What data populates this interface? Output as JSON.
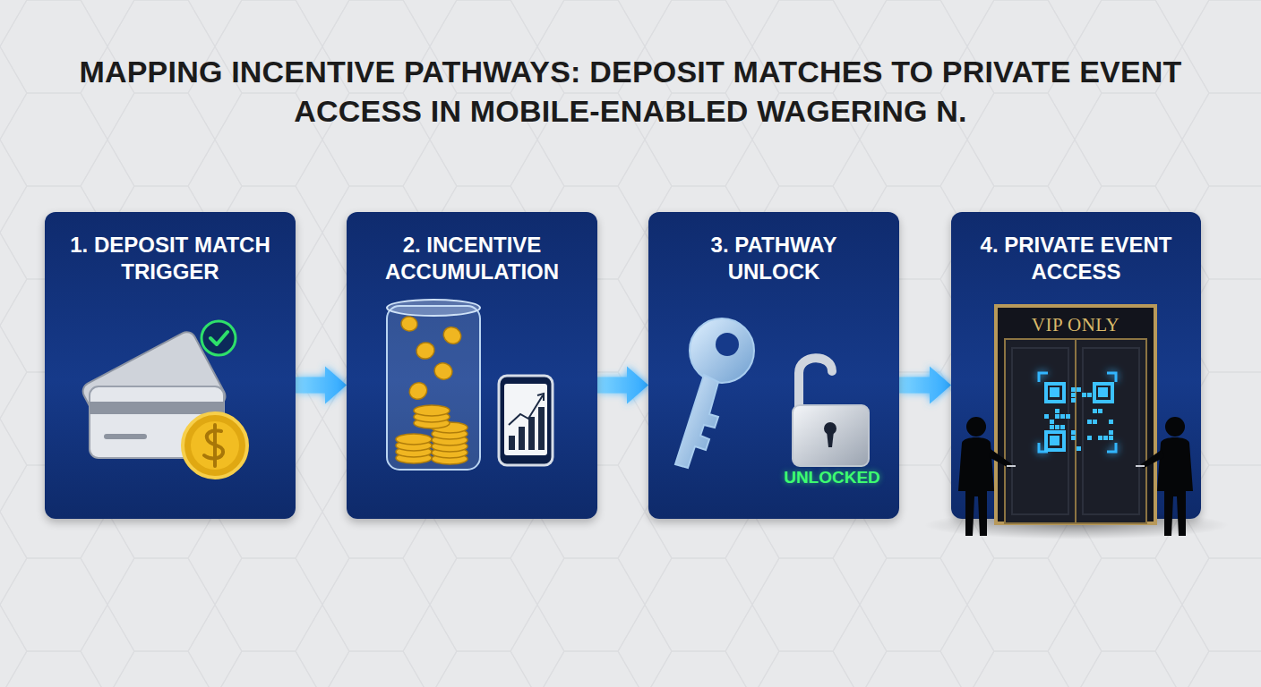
{
  "diagram": {
    "title": "MAPPING INCENTIVE PATHWAYS: DEPOSIT MATCHES TO PRIVATE EVENT ACCESS IN MOBILE-ENABLED WAGERING N.",
    "nodes": [
      {
        "text": [
          "1. DEPOSIT MATCH TRIGGER"
        ]
      },
      {
        "text": [
          "2. INCENTIVE ACCUMULATION"
        ]
      },
      {
        "text": [
          "3. PATHWAY UNLOCK"
        ]
      },
      {
        "text": [
          "4. PRIVATE EVENT ACCESS"
        ]
      }
    ],
    "edges": [
      {
        "from": 0,
        "to": 1,
        "arrow": "to"
      },
      {
        "from": 1,
        "to": 2,
        "arrow": "to"
      },
      {
        "from": 2,
        "to": 3,
        "arrow": "to"
      }
    ],
    "labels": [
      "UNLOCKED",
      "VIP ONLY"
    ]
  }
}
